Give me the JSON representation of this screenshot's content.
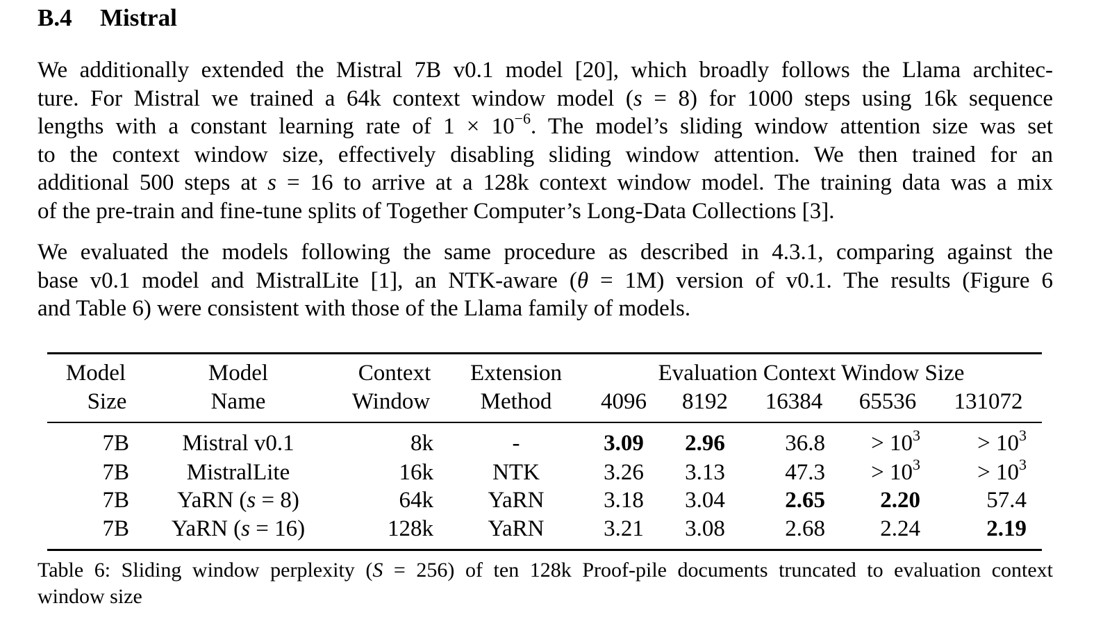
{
  "section": {
    "number": "B.4",
    "title": "Mistral"
  },
  "paragraph1": {
    "lines": [
      [
        "We additionally extended the Mistral 7B v0.1 model [20], which broadly follows the Llama architec-"
      ],
      [
        "ture. For Mistral we trained a 64k context window model (",
        "s",
        " = 8) for 1000 steps using 16k sequence"
      ],
      [
        "lengths with a constant learning rate of 1 × 10",
        "−6",
        ". The model’s sliding window attention size was set"
      ],
      [
        "to the context window size, effectively disabling sliding window attention. We then trained for an"
      ],
      [
        "additional 500 steps at ",
        "s",
        " = 16 to arrive at a 128k context window model. The training data was a mix"
      ],
      [
        "of the pre-train and fine-tune splits of Together Computer’s Long-Data Collections [3]."
      ]
    ]
  },
  "paragraph2": {
    "lines": [
      [
        "We evaluated the models following the same procedure as described in 4.3.1, comparing against the"
      ],
      [
        "base v0.1 model and MistralLite [1], an NTK-aware (",
        "θ",
        " = 1M) version of v0.1. The results (Figure 6"
      ],
      [
        "and Table 6) were consistent with those of the Llama family of models."
      ]
    ]
  },
  "table": {
    "header": {
      "model_size": [
        "Model",
        "Size"
      ],
      "model_name": [
        "Model",
        "Name"
      ],
      "context_window": [
        "Context",
        "Window"
      ],
      "extension_method": [
        "Extension",
        "Method"
      ],
      "eval_group": "Evaluation Context Window Size",
      "eval_sizes": [
        "4096",
        "8192",
        "16384",
        "65536",
        "131072"
      ]
    },
    "rows": [
      {
        "size": "7B",
        "name": [
          "Mistral v0.1",
          "",
          ""
        ],
        "context": "8k",
        "method": "-",
        "values": [
          "3.09",
          "2.96",
          "36.8",
          "> 10",
          "> 10"
        ],
        "exps": [
          "",
          "",
          "",
          "3",
          "3"
        ],
        "bold": [
          true,
          true,
          false,
          false,
          false
        ]
      },
      {
        "size": "7B",
        "name": [
          "MistralLite",
          "",
          ""
        ],
        "context": "16k",
        "method": "NTK",
        "values": [
          "3.26",
          "3.13",
          "47.3",
          "> 10",
          "> 10"
        ],
        "exps": [
          "",
          "",
          "",
          "3",
          "3"
        ],
        "bold": [
          false,
          false,
          false,
          false,
          false
        ]
      },
      {
        "size": "7B",
        "name": [
          "YaRN (",
          "s",
          " = 8)"
        ],
        "context": "64k",
        "method": "YaRN",
        "values": [
          "3.18",
          "3.04",
          "2.65",
          "2.20",
          "57.4"
        ],
        "exps": [
          "",
          "",
          "",
          "",
          ""
        ],
        "bold": [
          false,
          false,
          true,
          true,
          false
        ]
      },
      {
        "size": "7B",
        "name": [
          "YaRN (",
          "s",
          " = 16)"
        ],
        "context": "128k",
        "method": "YaRN",
        "values": [
          "3.21",
          "3.08",
          "2.68",
          "2.24",
          "2.19"
        ],
        "exps": [
          "",
          "",
          "",
          "",
          ""
        ],
        "bold": [
          false,
          false,
          false,
          false,
          true
        ]
      }
    ]
  },
  "caption": {
    "lines": [
      [
        "Table 6: Sliding window perplexity (",
        "S",
        " = 256) of ten 128k Proof-pile documents truncated to evaluation context"
      ],
      [
        "window size"
      ]
    ]
  }
}
